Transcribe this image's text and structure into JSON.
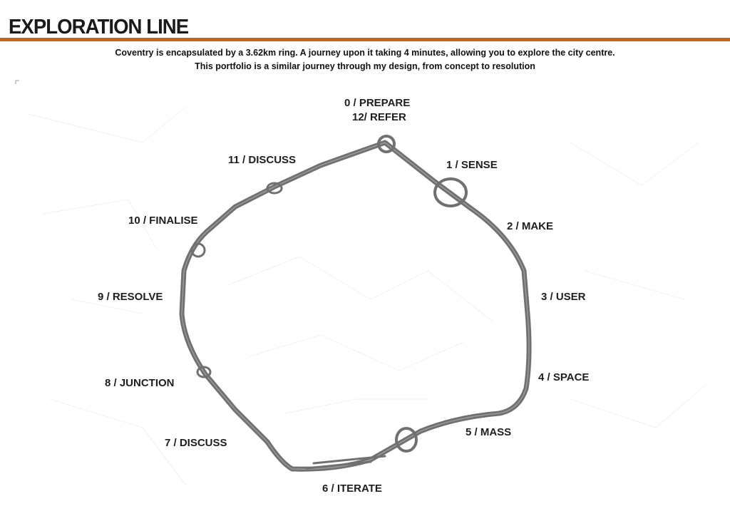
{
  "header": {
    "title": "EXPLORATION LINE",
    "accent_color": "#c8621a"
  },
  "intro": {
    "line1": "Coventry is encapsulated by a 3.62km ring. A journey upon it taking 4 minutes, allowing you to explore the city centre.",
    "line2": "This portfolio is a similar journey through my design, from concept to resolution"
  },
  "stops": [
    "0 / PREPARE",
    "12/ REFER",
    "1 / SENSE",
    "2 / MAKE",
    "3 / USER",
    "4 / SPACE",
    "5 / MASS",
    "6 / ITERATE",
    "7 / DISCUSS",
    "8 / JUNCTION",
    "9 / RESOLVE",
    "10 / FINALISE",
    "11 / DISCUSS"
  ],
  "ring_color": "#6e6e6e"
}
